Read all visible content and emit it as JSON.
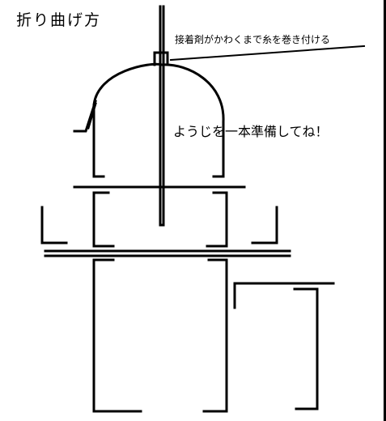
{
  "diagram": {
    "title": "折り曲げ方",
    "annotation_glue": "接着剤がかわくまで糸を巻き付ける",
    "annotation_toothpick": "ようじを一本準備してね！"
  },
  "colors": {
    "ink": "#000000",
    "background": "#ffffff"
  }
}
